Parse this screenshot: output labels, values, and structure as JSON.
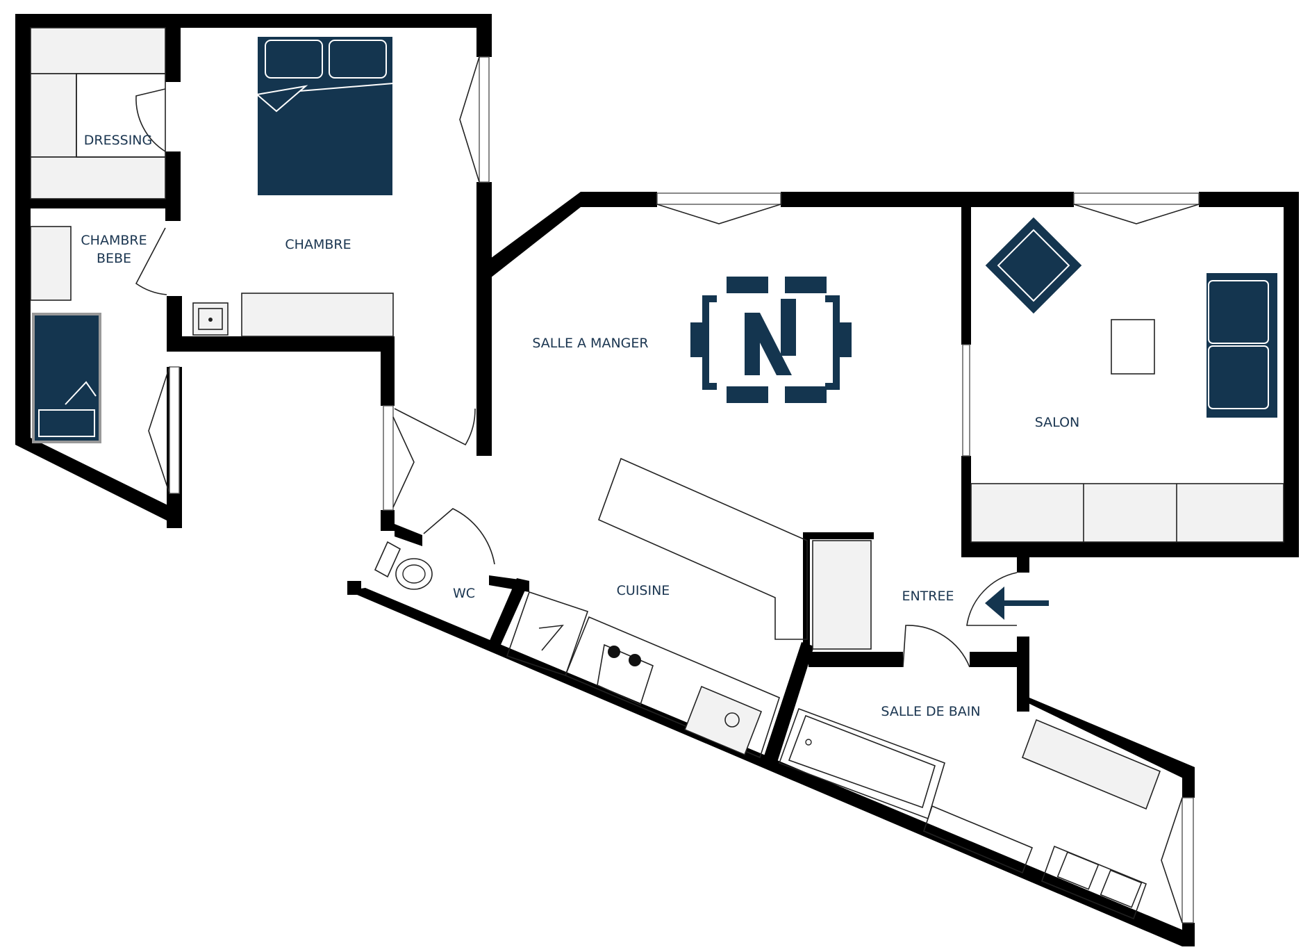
{
  "rooms": {
    "dressing": "DRESSING",
    "chambre_bebe_line1": "CHAMBRE",
    "chambre_bebe_line2": "BEBE",
    "chambre": "CHAMBRE",
    "salle_a_manger": "SALLE A MANGER",
    "salon": "SALON",
    "wc": "WC",
    "cuisine": "CUISINE",
    "entree": "ENTREE",
    "salle_de_bain": "SALLE DE BAIN"
  },
  "logo": {
    "letter": "N"
  },
  "colors": {
    "furniture": "#14354f",
    "wall": "#000000",
    "label": "#1a3550",
    "fixture": "#f2f2f2"
  },
  "icons": {
    "entrance": "entrance-arrow-icon",
    "logo": "n-logo-icon"
  }
}
